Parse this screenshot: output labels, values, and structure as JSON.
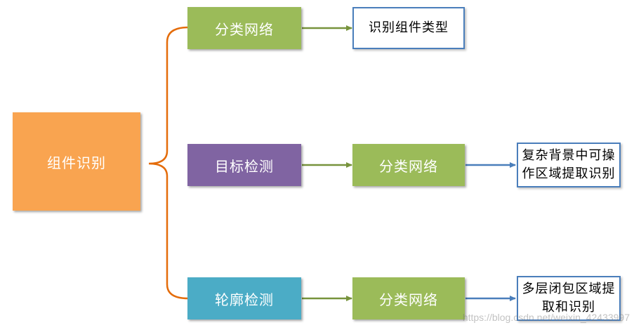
{
  "diagram": {
    "root": {
      "label": "组件识别",
      "color": "#f9a450"
    },
    "branches": [
      {
        "label": "分类网络",
        "color": "#9bbb59",
        "next": {
          "label": "识别组件类型",
          "kind": "outlined"
        }
      },
      {
        "label": "目标检测",
        "color": "#8064a2",
        "next": {
          "label": "分类网络",
          "kind": "filled",
          "color": "#9bbb59"
        },
        "result": "复杂背景中可操\n作区域提取识别"
      },
      {
        "label": "轮廓检测",
        "color": "#4bacc6",
        "next": {
          "label": "分类网络",
          "kind": "filled",
          "color": "#9bbb59"
        },
        "result": "多层闭包区域提\n取和识别"
      }
    ],
    "colors": {
      "brace": "#e46c0a",
      "green_arrow": "#77933c",
      "blue_arrow": "#4a7ebb",
      "box_border": "#4a7ebb"
    }
  },
  "watermark": "https://blog.csdn.net/weixin_42433997"
}
